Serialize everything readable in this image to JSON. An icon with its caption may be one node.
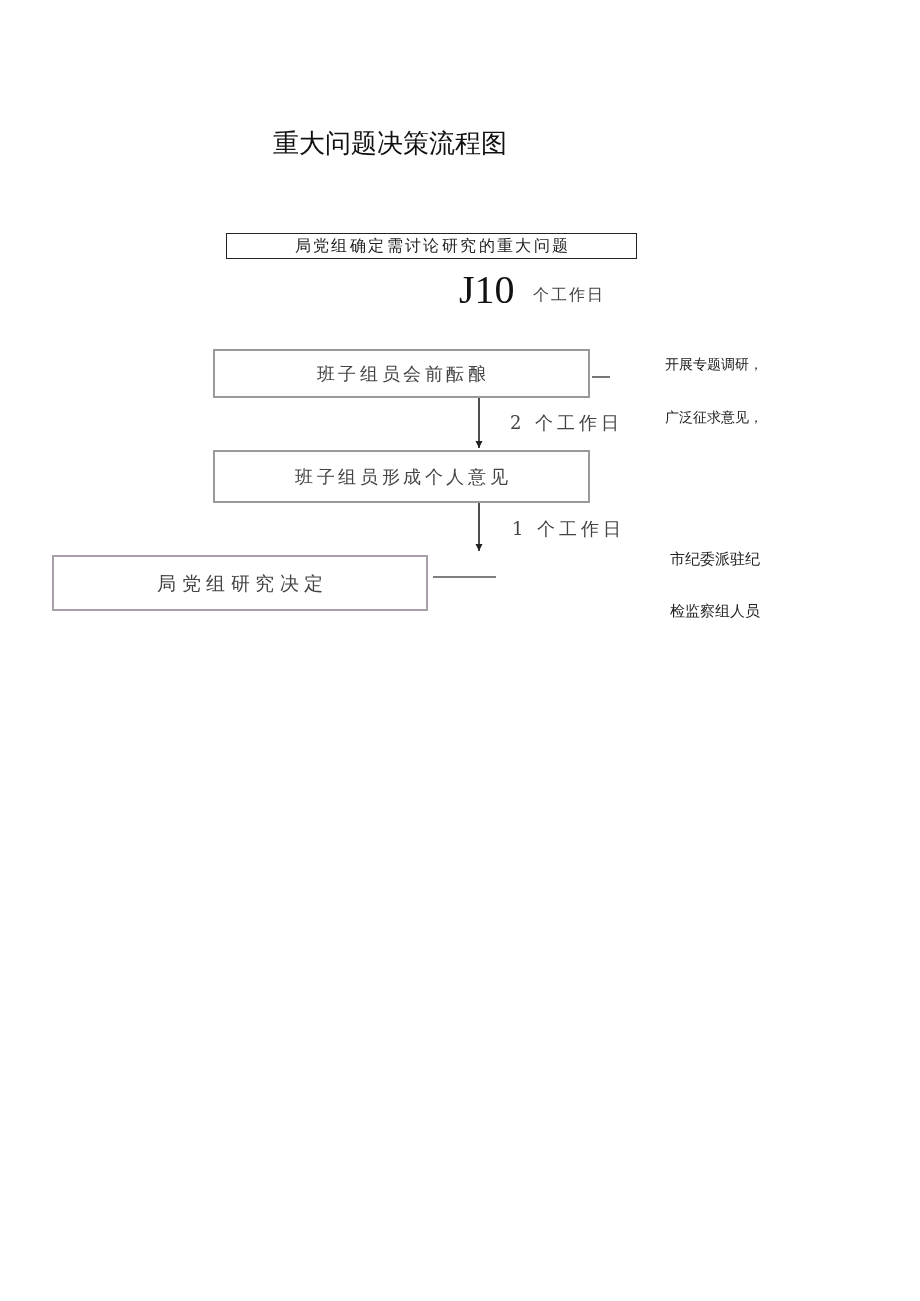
{
  "diagram": {
    "title": "重大问题决策流程图",
    "nodes": [
      {
        "text": [
          "局党组确定需讨论研究的重大问题"
        ]
      },
      {
        "text": [
          "班子组员会前酝酿"
        ]
      },
      {
        "text": [
          "班子组员形成个人意见"
        ]
      },
      {
        "text": [
          "局党组研究决定"
        ]
      }
    ],
    "edges": [
      {
        "from": 1,
        "to": null,
        "arrow": "none"
      },
      {
        "from": 1,
        "to": 2,
        "arrow": "to",
        "label": "2 个工作日"
      },
      {
        "from": 2,
        "to": null,
        "arrow": "to",
        "label": "1 个工作日"
      },
      {
        "from": 3,
        "to": null,
        "arrow": "none"
      }
    ],
    "labels": [
      "J10",
      "个工作日",
      "开展专题调研，广泛征求意见，",
      "市纪委派驻纪检监察组人员"
    ]
  }
}
